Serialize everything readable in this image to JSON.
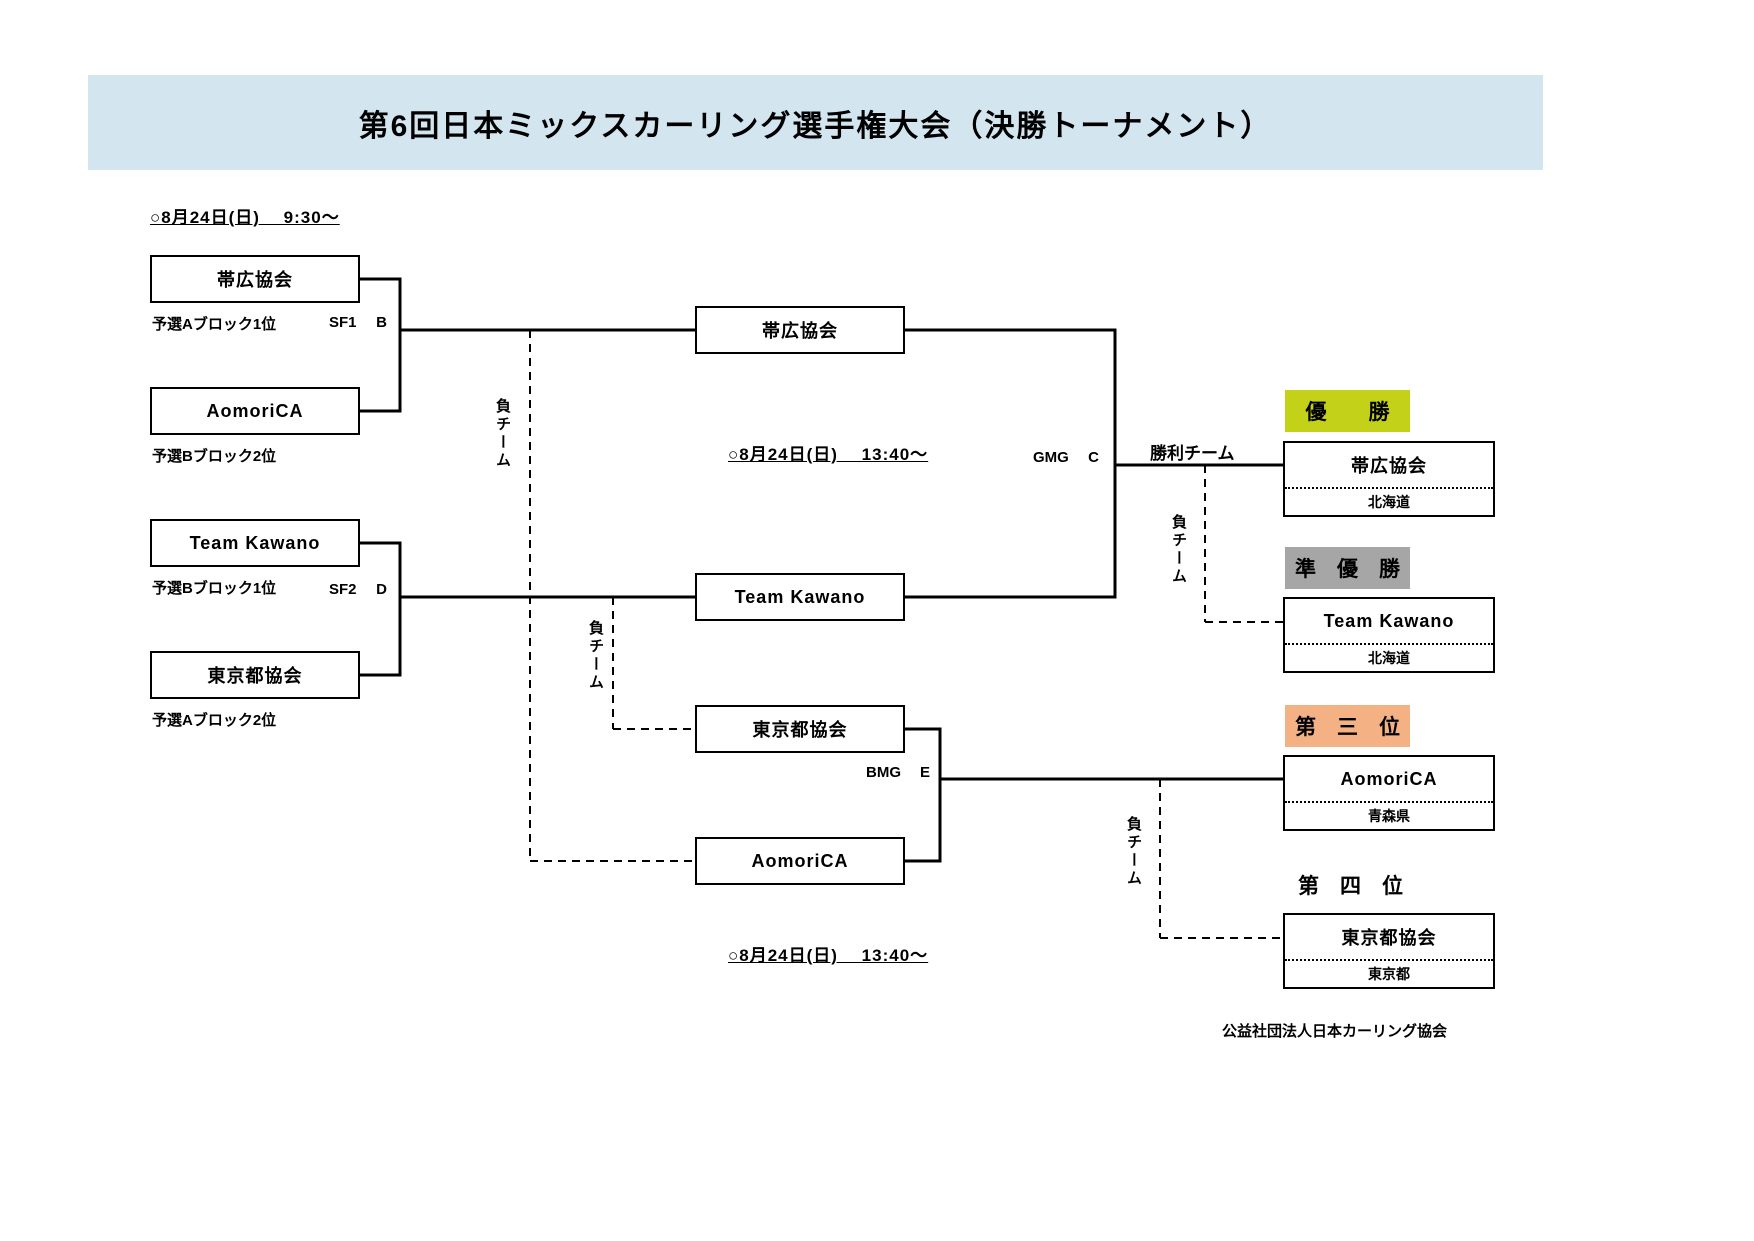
{
  "title": "第6回日本ミックスカーリング選手権大会（決勝トーナメント）",
  "dates": {
    "semifinal": "○8月24日(日)　 9:30～",
    "final": "○8月24日(日)　 13:40～",
    "bronze": "○8月24日(日)　 13:40～"
  },
  "bracket": {
    "sf1": {
      "label": "SF1",
      "sheet": "B",
      "team1": "帯広協会",
      "team1_seed": "予選Aブロック1位",
      "team2": "AomoriCA",
      "team2_seed": "予選Bブロック2位"
    },
    "sf2": {
      "label": "SF2",
      "sheet": "D",
      "team1": "Team Kawano",
      "team1_seed": "予選Bブロック1位",
      "team2": "東京都協会",
      "team2_seed": "予選Aブロック2位"
    },
    "final": {
      "label": "GMG",
      "sheet": "C",
      "team1": "帯広協会",
      "team2": "Team Kawano",
      "winner_label": "勝利チーム"
    },
    "bronze": {
      "label": "BMG",
      "sheet": "E",
      "team1": "東京都協会",
      "team2": "AomoriCA"
    },
    "loser_label": "負チーム"
  },
  "results": {
    "champion": {
      "title": "優　　勝",
      "team": "帯広協会",
      "region": "北海道"
    },
    "runner_up": {
      "title": "準　優　勝",
      "team": "Team Kawano",
      "region": "北海道"
    },
    "third": {
      "title": "第　三　位",
      "team": "AomoriCA",
      "region": "青森県"
    },
    "fourth": {
      "title": "第　四　位",
      "team": "東京都協会",
      "region": "東京都"
    }
  },
  "footer": "公益社団法人日本カーリング協会",
  "colors": {
    "banner_bg": "#d3e6f0",
    "champion_bg": "#c3d118",
    "runner_up_bg": "#a6a6a6",
    "third_bg": "#f4b183"
  }
}
